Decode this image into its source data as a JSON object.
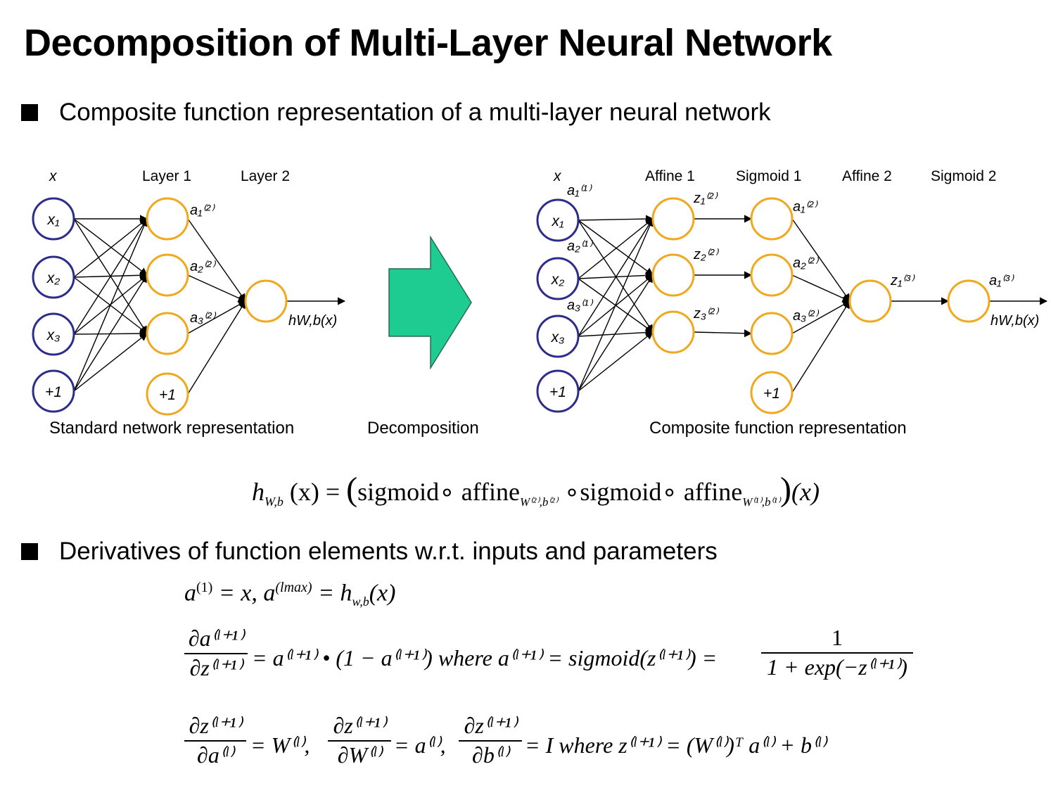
{
  "title": "Decomposition of Multi-Layer Neural Network",
  "bullets": [
    "Composite function representation of a multi-layer neural network",
    "Derivatives of function elements w.r.t. inputs and parameters"
  ],
  "colors": {
    "input_node": "#2c2c8c",
    "hidden_node": "#f0a81e",
    "arrow_fill": "#1ecb90",
    "arrow_stroke": "#2a6b55"
  },
  "left_net": {
    "headers": [
      "x",
      "Layer 1",
      "Layer 2"
    ],
    "inputs": [
      "x₁",
      "x₂",
      "x₃",
      "+1"
    ],
    "hidden": [
      "",
      "",
      "",
      "+1"
    ],
    "hidden_labels": [
      "a₁⁽²⁾",
      "a₂⁽²⁾",
      "a₃⁽²⁾"
    ],
    "output_label": "hW,b(x)",
    "caption": "Standard network representation"
  },
  "middle": {
    "caption": "Decomposition"
  },
  "right_net": {
    "headers": [
      "x",
      "Affine 1",
      "Sigmoid 1",
      "Affine 2",
      "Sigmoid 2"
    ],
    "inputs": [
      "x₁",
      "x₂",
      "x₃",
      "+1"
    ],
    "input_labels": [
      "a₁⁽¹⁾",
      "a₂⁽¹⁾",
      "a₃⁽¹⁾"
    ],
    "affine1_labels": [
      "z₁⁽²⁾",
      "z₂⁽²⁾",
      "z₃⁽²⁾"
    ],
    "sigmoid1_labels": [
      "a₁⁽²⁾",
      "a₂⁽²⁾",
      "a₃⁽²⁾"
    ],
    "sigmoid1_bias": "+1",
    "affine2_label": "z₁⁽³⁾",
    "sigmoid2_label": "a₁⁽³⁾",
    "output_label": "hW,b(x)",
    "caption": "Composite function representation"
  },
  "equations": {
    "composite": {
      "lhs": "h",
      "lhs_sub": "W,b",
      "arg": "(x)",
      "eq": "=",
      "open": "(",
      "t1": "sigmoid",
      "o1": "∘",
      "t2": "affine",
      "s2": "W⁽²⁾,b⁽²⁾",
      "o2": "∘",
      "t3": "sigmoid",
      "o3": "∘",
      "t4": "affine",
      "s4": "W⁽¹⁾,b⁽¹⁾",
      "close": ")",
      "tail": "(x)"
    },
    "eq1": {
      "a1": "a",
      "a1_sup": "(1)",
      "p1": " = x, ",
      "a2": "a",
      "a2_sup": "(lmax)",
      "p2": " = h",
      "h_sub": "w,b",
      "p3": "(x)"
    },
    "eq2": {
      "frac_num": "∂a⁽ˡ⁺¹⁾",
      "frac_den": "∂z⁽ˡ⁺¹⁾",
      "mid": "= a⁽ˡ⁺¹⁾ • (1 − a⁽ˡ⁺¹⁾)  where  a⁽ˡ⁺¹⁾ = sigmoid(z⁽ˡ⁺¹⁾) =",
      "frac2_num": "1",
      "frac2_den": "1 + exp(−z⁽ˡ⁺¹⁾)"
    },
    "eq3": {
      "f1_num": "∂z⁽ˡ⁺¹⁾",
      "f1_den": "∂a⁽ˡ⁾",
      "r1": "= W⁽ˡ⁾,",
      "f2_num": "∂z⁽ˡ⁺¹⁾",
      "f2_den": "∂W⁽ˡ⁾",
      "r2": "= a⁽ˡ⁾,",
      "f3_num": "∂z⁽ˡ⁺¹⁾",
      "f3_den": "∂b⁽ˡ⁾",
      "r3": "= I  where  z⁽ˡ⁺¹⁾ = (W⁽ˡ⁾)ᵀ a⁽ˡ⁾ + b⁽ˡ⁾"
    }
  }
}
